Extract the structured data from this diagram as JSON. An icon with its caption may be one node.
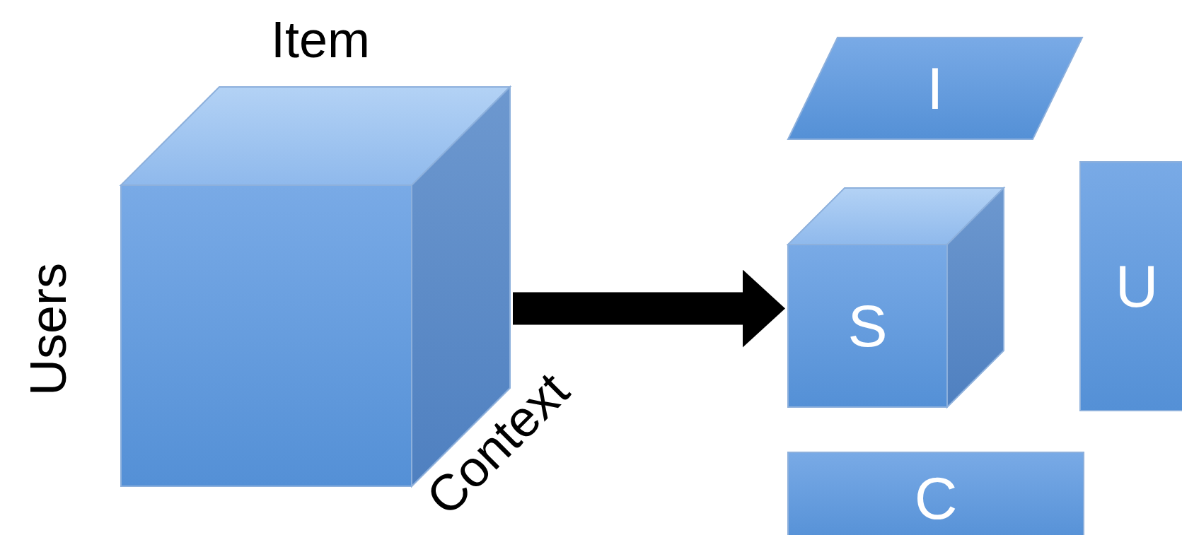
{
  "diagram": {
    "nodes": [
      {
        "text": [],
        "shape": "cube",
        "beside": [
          "Item",
          "Users",
          "Context"
        ]
      },
      {
        "text": [
          "I"
        ]
      },
      {
        "text": [
          "S"
        ]
      },
      {
        "text": [
          "U"
        ]
      },
      {
        "text": [
          "C"
        ]
      }
    ],
    "edges": [
      {
        "from": 0,
        "to": 2,
        "arrow": "to"
      }
    ]
  }
}
